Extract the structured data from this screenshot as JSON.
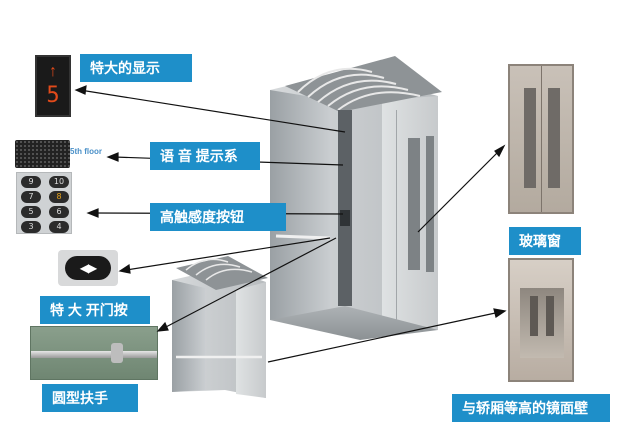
{
  "labels": {
    "display": "特大的显示",
    "voice": "语 音 提示系",
    "touch": "高触感度按钮",
    "door_button": "特 大 开门按",
    "glass_window": "玻璃窗",
    "handrail": "圆型扶手",
    "mirror_wall": "与轿厢等高的镜面壁"
  },
  "display_panel": {
    "arrow": "↑",
    "floor": "5"
  },
  "speaker_panel": {
    "caption": "5th floor"
  },
  "keypad": {
    "keys": [
      "9",
      "10",
      "7",
      "8",
      "5",
      "6",
      "3",
      "4"
    ]
  },
  "door_button_icon": "◀▶",
  "colors": {
    "label_bg": "#1e8fc9",
    "display_red": "#e24a1a"
  }
}
